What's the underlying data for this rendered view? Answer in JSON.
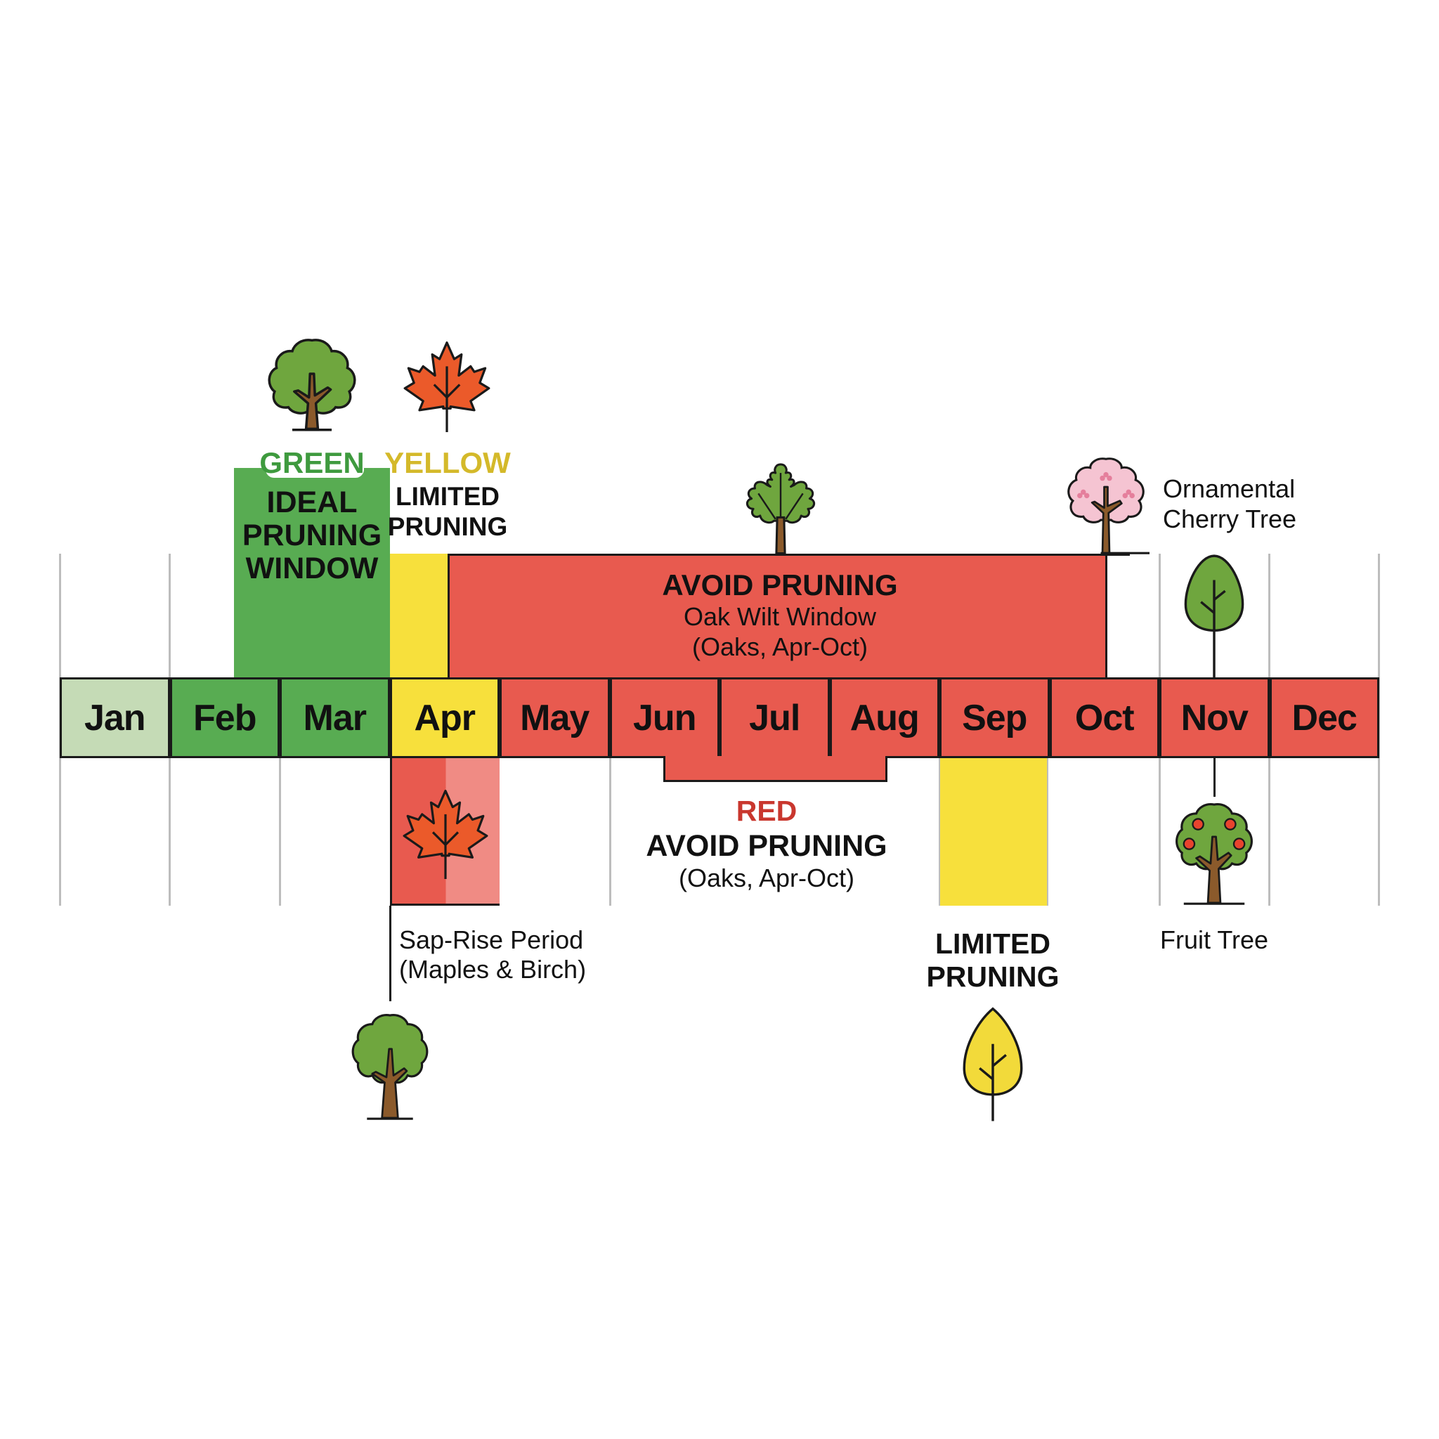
{
  "colors": {
    "green_fill": "#58AC52",
    "green_light": "#C5DBB6",
    "green_text": "#3E9A3E",
    "yellow_fill": "#F7E03C",
    "yellow_text": "#D4B92A",
    "red_fill": "#E85A4F",
    "red_light": "#F08B84",
    "red_text": "#C9372E",
    "outline": "#1a1a1a",
    "grid": "#bdbdbd"
  },
  "timeline": {
    "months": [
      {
        "label": "Jan",
        "status": "light-green"
      },
      {
        "label": "Feb",
        "status": "green"
      },
      {
        "label": "Mar",
        "status": "green"
      },
      {
        "label": "Apr",
        "status": "yellow"
      },
      {
        "label": "May",
        "status": "red"
      },
      {
        "label": "Jun",
        "status": "red"
      },
      {
        "label": "Jul",
        "status": "red"
      },
      {
        "label": "Aug",
        "status": "red"
      },
      {
        "label": "Sep",
        "status": "red"
      },
      {
        "label": "Oct",
        "status": "red"
      },
      {
        "label": "Nov",
        "status": "red"
      },
      {
        "label": "Dec",
        "status": "red"
      }
    ]
  },
  "green_window": {
    "tag": "GREEN",
    "lines": [
      "IDEAL",
      "PRUNING",
      "WINDOW"
    ],
    "icon": "deciduous-tree-icon"
  },
  "yellow_window": {
    "tag": "YELLOW",
    "lines": [
      "LIMITED",
      "PRUNING"
    ],
    "icon": "maple-leaf-icon"
  },
  "oak_wilt": {
    "title": "AVOID PRUNING",
    "subtitle": "Oak Wilt Window",
    "detail": "(Oaks, Apr-Oct)",
    "icon": "oak-tree-icon"
  },
  "cherry": {
    "line1": "Ornamental",
    "line2": "Cherry Tree",
    "icon": "cherry-blossom-tree-icon"
  },
  "nov_marker": {
    "icon": "oval-tree-icon"
  },
  "red_legend": {
    "tag": "RED",
    "title": "AVOID PRUNING",
    "detail": "(Oaks, Apr-Oct)"
  },
  "sap_rise": {
    "line1": "Sap-Rise Period",
    "line2": "(Maples & Birch)",
    "icon": "maple-leaf-icon",
    "tree_icon": "deciduous-tree-icon"
  },
  "sep_limited": {
    "lines": [
      "LIMITED",
      "PRUNING"
    ],
    "icon": "yellow-leaf-icon"
  },
  "fruit_tree": {
    "label": "Fruit Tree",
    "icon": "fruit-tree-icon"
  },
  "chart_data": {
    "type": "table",
    "title": "Tree Pruning Calendar",
    "categories": [
      "Jan",
      "Feb",
      "Mar",
      "Apr",
      "May",
      "Jun",
      "Jul",
      "Aug",
      "Sep",
      "Oct",
      "Nov",
      "Dec"
    ],
    "series": [
      {
        "name": "Month status",
        "values": [
          "light-green",
          "green",
          "green",
          "yellow",
          "red",
          "red",
          "red",
          "red",
          "red",
          "red",
          "red",
          "red"
        ]
      }
    ],
    "bands": [
      {
        "label": "GREEN - IDEAL PRUNING WINDOW",
        "start": "Feb",
        "end": "Mar",
        "color": "green"
      },
      {
        "label": "YELLOW - LIMITED PRUNING",
        "start": "Apr",
        "end": "Apr",
        "color": "yellow"
      },
      {
        "label": "AVOID PRUNING - Oak Wilt Window (Oaks, Apr-Oct)",
        "start": "Apr",
        "end": "Oct",
        "color": "red"
      },
      {
        "label": "Sap-Rise Period (Maples & Birch)",
        "start": "Apr",
        "end": "Apr",
        "color": "red"
      },
      {
        "label": "RED - AVOID PRUNING (Oaks, Apr-Oct)",
        "start": "Jun",
        "end": "Aug",
        "color": "red"
      },
      {
        "label": "LIMITED PRUNING",
        "start": "Sep",
        "end": "Sep",
        "color": "yellow"
      }
    ],
    "annotations": [
      "Ornamental Cherry Tree (Oct)",
      "Fruit Tree (Nov)"
    ]
  }
}
